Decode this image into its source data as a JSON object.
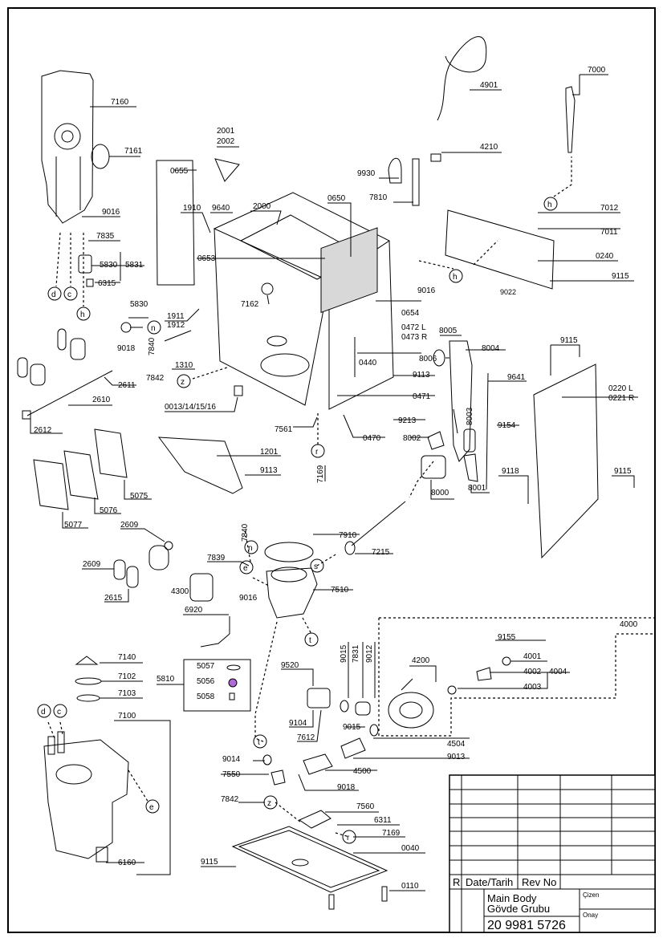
{
  "labels": [
    {
      "id": "7160",
      "text": "7160"
    },
    {
      "id": "7161",
      "text": "7161"
    },
    {
      "id": "9016a",
      "text": "9016"
    },
    {
      "id": "7835",
      "text": "7835"
    },
    {
      "id": "5830a",
      "text": "5830"
    },
    {
      "id": "5831",
      "text": "5831"
    },
    {
      "id": "6315",
      "text": "6315"
    },
    {
      "id": "5830b",
      "text": "5830"
    },
    {
      "id": "9018a",
      "text": "9018"
    },
    {
      "id": "7840a",
      "text": "7840"
    },
    {
      "id": "2611",
      "text": "2611"
    },
    {
      "id": "2610",
      "text": "2610"
    },
    {
      "id": "2612",
      "text": "2612"
    },
    {
      "id": "5075",
      "text": "5075"
    },
    {
      "id": "5076",
      "text": "5076"
    },
    {
      "id": "5077",
      "text": "5077"
    },
    {
      "id": "2609a",
      "text": "2609"
    },
    {
      "id": "2609b",
      "text": "2609"
    },
    {
      "id": "2615",
      "text": "2615"
    },
    {
      "id": "4300",
      "text": "4300"
    },
    {
      "id": "7839",
      "text": "7839"
    },
    {
      "id": "9016b",
      "text": "9016"
    },
    {
      "id": "6920",
      "text": "6920"
    },
    {
      "id": "7140",
      "text": "7140"
    },
    {
      "id": "7102",
      "text": "7102"
    },
    {
      "id": "7103",
      "text": "7103"
    },
    {
      "id": "7100",
      "text": "7100"
    },
    {
      "id": "5810",
      "text": "5810"
    },
    {
      "id": "5057",
      "text": "5057"
    },
    {
      "id": "5056",
      "text": "5056"
    },
    {
      "id": "5058",
      "text": "5058"
    },
    {
      "id": "6160",
      "text": "6160"
    },
    {
      "id": "0655",
      "text": "0655"
    },
    {
      "id": "2001",
      "text": "2001"
    },
    {
      "id": "2002",
      "text": "2002"
    },
    {
      "id": "1910",
      "text": "1910"
    },
    {
      "id": "9640",
      "text": "9640"
    },
    {
      "id": "2000",
      "text": "2000"
    },
    {
      "id": "0650",
      "text": "0650"
    },
    {
      "id": "0653",
      "text": "0653"
    },
    {
      "id": "7162",
      "text": "7162"
    },
    {
      "id": "1911",
      "text": "1911"
    },
    {
      "id": "1912",
      "text": "1912"
    },
    {
      "id": "1310",
      "text": "1310"
    },
    {
      "id": "7842a",
      "text": "7842"
    },
    {
      "id": "0013",
      "text": "0013/14/15/16"
    },
    {
      "id": "7561",
      "text": "7561"
    },
    {
      "id": "7169a",
      "text": "7169"
    },
    {
      "id": "1201",
      "text": "1201"
    },
    {
      "id": "9113a",
      "text": "9113"
    },
    {
      "id": "4901",
      "text": "4901"
    },
    {
      "id": "7000",
      "text": "7000"
    },
    {
      "id": "4210",
      "text": "4210"
    },
    {
      "id": "9930",
      "text": "9930"
    },
    {
      "id": "7810",
      "text": "7810"
    },
    {
      "id": "7012",
      "text": "7012"
    },
    {
      "id": "7011",
      "text": "7011"
    },
    {
      "id": "0240",
      "text": "0240"
    },
    {
      "id": "9016c",
      "text": "9016"
    },
    {
      "id": "9022",
      "text": "9022"
    },
    {
      "id": "9115a",
      "text": "9115"
    },
    {
      "id": "0654",
      "text": "0654"
    },
    {
      "id": "0472",
      "text": "0472 L"
    },
    {
      "id": "0473",
      "text": "0473 R"
    },
    {
      "id": "8005",
      "text": "8005"
    },
    {
      "id": "8004",
      "text": "8004"
    },
    {
      "id": "8006",
      "text": "8006"
    },
    {
      "id": "0440",
      "text": "0440"
    },
    {
      "id": "9113b",
      "text": "9113"
    },
    {
      "id": "0471",
      "text": "0471"
    },
    {
      "id": "9213",
      "text": "9213"
    },
    {
      "id": "0470",
      "text": "0470"
    },
    {
      "id": "8003",
      "text": "8003"
    },
    {
      "id": "8002",
      "text": "8002"
    },
    {
      "id": "8000",
      "text": "8000"
    },
    {
      "id": "8001",
      "text": "8001"
    },
    {
      "id": "9641",
      "text": "9641"
    },
    {
      "id": "9115b",
      "text": "9115"
    },
    {
      "id": "0220",
      "text": "0220 L"
    },
    {
      "id": "0221",
      "text": "0221 R"
    },
    {
      "id": "9154",
      "text": "9154"
    },
    {
      "id": "9118",
      "text": "9118"
    },
    {
      "id": "9115c",
      "text": "9115"
    },
    {
      "id": "7910",
      "text": "7910"
    },
    {
      "id": "7215",
      "text": "7215"
    },
    {
      "id": "7510",
      "text": "7510"
    },
    {
      "id": "7840b",
      "text": "7840"
    },
    {
      "id": "4000",
      "text": "4000"
    },
    {
      "id": "9155",
      "text": "9155"
    },
    {
      "id": "4001",
      "text": "4001"
    },
    {
      "id": "4002",
      "text": "4002"
    },
    {
      "id": "4004",
      "text": "4004"
    },
    {
      "id": "4003",
      "text": "4003"
    },
    {
      "id": "9520",
      "text": "9520"
    },
    {
      "id": "9015a",
      "text": "9015"
    },
    {
      "id": "7831",
      "text": "7831"
    },
    {
      "id": "9012",
      "text": "9012"
    },
    {
      "id": "4200",
      "text": "4200"
    },
    {
      "id": "9104",
      "text": "9104"
    },
    {
      "id": "7612",
      "text": "7612"
    },
    {
      "id": "9015b",
      "text": "9015"
    },
    {
      "id": "4504",
      "text": "4504"
    },
    {
      "id": "9013",
      "text": "9013"
    },
    {
      "id": "9014",
      "text": "9014"
    },
    {
      "id": "4500",
      "text": "4500"
    },
    {
      "id": "7550",
      "text": "7550"
    },
    {
      "id": "9018b",
      "text": "9018"
    },
    {
      "id": "7842b",
      "text": "7842"
    },
    {
      "id": "7560",
      "text": "7560"
    },
    {
      "id": "6311",
      "text": "6311"
    },
    {
      "id": "7169b",
      "text": "7169"
    },
    {
      "id": "0040",
      "text": "0040"
    },
    {
      "id": "9115d",
      "text": "9115"
    },
    {
      "id": "0110",
      "text": "0110"
    }
  ],
  "markers": [
    "d",
    "c",
    "h",
    "n",
    "z",
    "r",
    "e",
    "s",
    "t",
    "h",
    "h",
    "z",
    "r",
    "e",
    "t",
    "n",
    "d",
    "c"
  ],
  "title_block": {
    "rev_col": "R",
    "date_label": "Date/Tarih",
    "rev_no_label": "Rev No",
    "title_en": "Main Body",
    "title_tr": "Gövde Grubu",
    "doc_number": "20 9981 5726",
    "drawn_label": "Çizen",
    "approved_label": "Onay"
  }
}
